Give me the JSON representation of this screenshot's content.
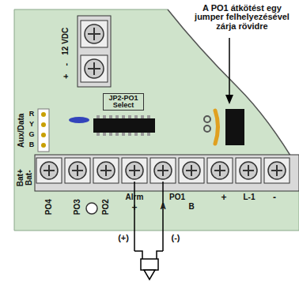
{
  "diagram": {
    "labels": [
      "A PO1 átkötést egy jumper felhelyezésével zárja rövidre",
      "12 VDC",
      "-",
      "+",
      "Aux/Data",
      "R",
      "Y",
      "G",
      "B",
      "JP2-PO1 Select",
      "Bat+",
      "Bat-",
      "PO4",
      "PO3",
      "PO2",
      "Alrm",
      "+",
      "A",
      "PO1",
      "B",
      "+",
      "L-1",
      "-",
      "(+)",
      "(-)"
    ]
  }
}
